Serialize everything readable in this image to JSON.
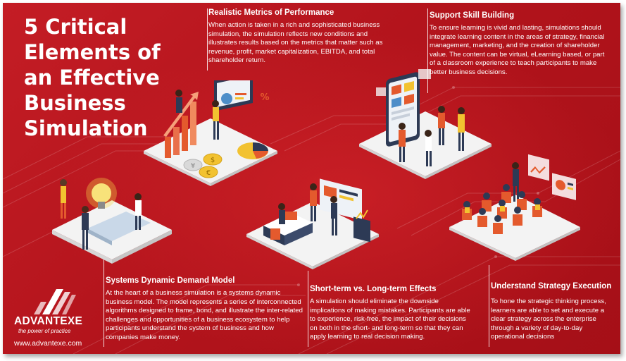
{
  "title": "5 Critical Elements of an Effective Business Simulation",
  "sections": {
    "metrics": {
      "heading": "Realistic Metrics of Performance",
      "body": "When action is taken in a rich and sophisticated business simulation, the simulation reflects new conditions and illustrates results based on the metrics that matter such as revenue, profit, market capitalization, EBITDA, and total shareholder return."
    },
    "support": {
      "heading": "Support Skill Building",
      "body": "To ensure learning is vivid and lasting, simulations should integrate learning content in the areas of strategy, financial management, marketing, and the creation of shareholder value.  The content can be virtual, eLearning based, or part of a classroom experience to teach participants to make better business decisions."
    },
    "systems": {
      "heading": "Systems Dynamic Demand Model",
      "body": "At the heart of a business simulation is a systems dynamic business model.  The model represents a series of interconnected algorithms designed to frame, bond, and illustrate the inter-related challenges and opportunities of a business ecosystem to help participants understand the system of business and how companies make money."
    },
    "short_long": {
      "heading": "Short-term vs. Long-term Effects",
      "body": "A simulation should eliminate the downside implications of making mistakes. Participants are able to experience, risk-free, the impact of their decisions on both in the short- and long-term so that they can apply learning to real decision making."
    },
    "strategy": {
      "heading": "Understand Strategy Execution",
      "body": "To hone the strategic thinking process, learners are able to set and execute a clear strategy across the enterprise through a variety of day-to-day operational decisions"
    }
  },
  "brand": {
    "name": "ADVANTEXE",
    "tagline": "the power of practice",
    "website": "www.advantexe.com"
  },
  "illustration": {
    "coin_symbols": [
      "¥",
      "€",
      "$"
    ],
    "percent_sign": "%"
  },
  "colors": {
    "background": "#b8171f",
    "platform": "#f4f4f4",
    "accent_yellow": "#f2c230",
    "accent_orange": "#e45a2d",
    "text": "#ffffff"
  }
}
